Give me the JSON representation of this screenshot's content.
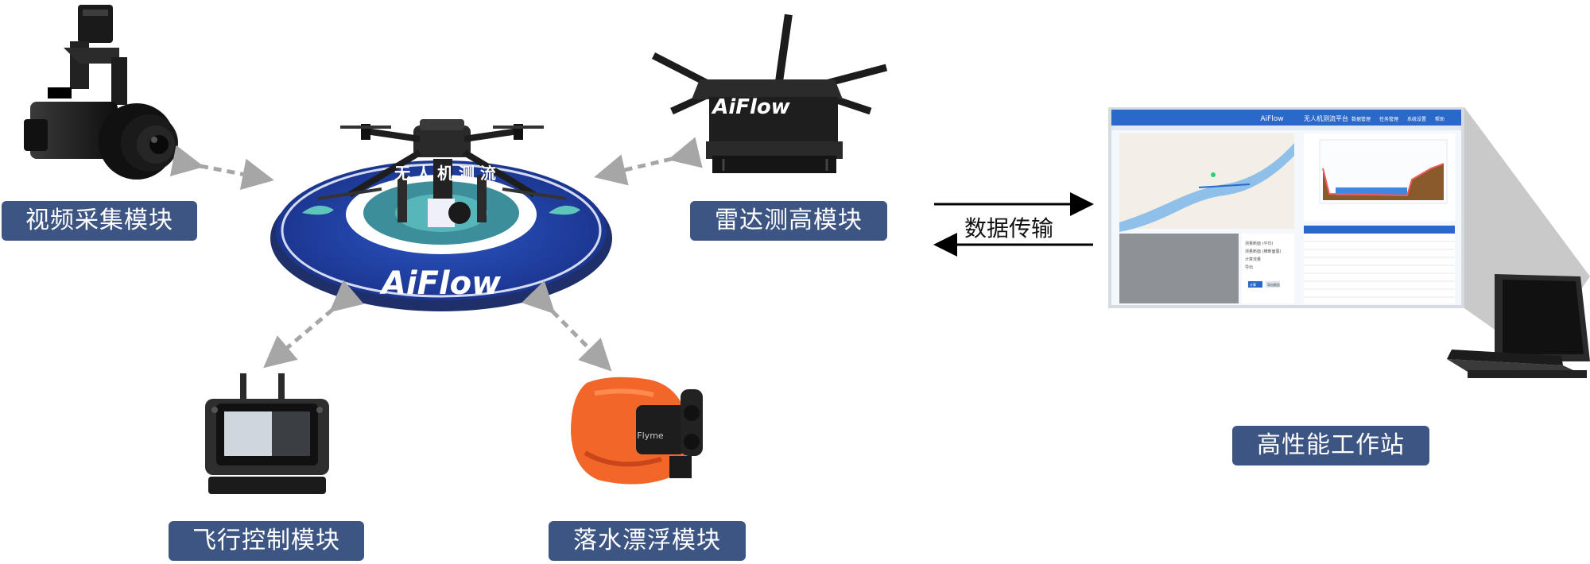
{
  "modules": {
    "video": "视频采集模块",
    "radar": "雷达测高模块",
    "flight": "飞行控制模块",
    "float": "落水漂浮模块",
    "workstation": "高性能工作站"
  },
  "drone_pad": {
    "brand": "AiFlow",
    "ring_text": "无 人 机 测 流"
  },
  "radar_brand": "AiFlow",
  "float_brand": "Flyme",
  "transfer_label": "数据传输",
  "screen": {
    "brand": "AiFlow",
    "title": "无人机测流平台",
    "nav": [
      "数据管理",
      "任务管理",
      "系统设置",
      "帮助"
    ],
    "panel_items": [
      "测量断面 (平均)",
      "测量断面 (横断面图)",
      "计算流量",
      "导出"
    ],
    "panel_buttons": [
      "计算",
      "导出报告"
    ]
  },
  "colors": {
    "label_bg": "#3d5583",
    "pad_blue": "#1f3fa0",
    "pad_teal": "#4aa3a8",
    "float_orange": "#f2662a",
    "arrow_gray": "#a6a6a6"
  }
}
